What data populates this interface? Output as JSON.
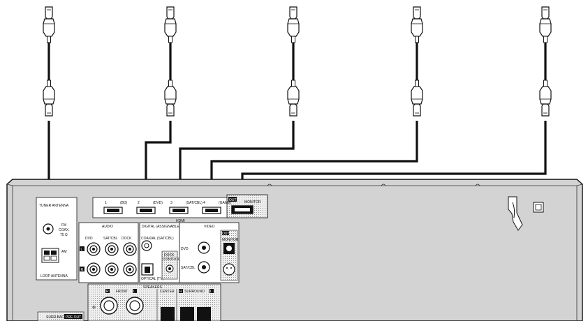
{
  "diagram": {
    "connector_groups": {
      "tuner_antenna_label": "TUNER ANTENNA",
      "hdmi_label": "HDMI",
      "audio_label": "AUDIO",
      "digital_label": "DIGITAL (ASSIGNABLE)",
      "video_label": "VIDEO",
      "speakers_label": "SPEAKERS"
    },
    "hdmi_inputs": [
      {
        "num": "1",
        "name": "(BD)"
      },
      {
        "num": "2",
        "name": "(DVD)"
      },
      {
        "num": "3",
        "name": "(SAT/CBL)"
      },
      {
        "num": "4",
        "name": "(GAME)"
      }
    ],
    "hdmi_out": {
      "out_badge": "OUT",
      "name": "MONITOR"
    },
    "antenna": {
      "fm_line1": "FM",
      "fm_line2": "COAX.",
      "fm_line3": "75 Ω",
      "am_label": "AM",
      "loop_label": "LOOP ANTENNA"
    },
    "audio": {
      "columns": [
        "DVD",
        "SAT/CBL",
        "DOCK"
      ],
      "rows": [
        "L",
        "R"
      ]
    },
    "digital": {
      "coaxial_label": "COAXIAL (SAT/CBL)",
      "optical_label": "OPTICAL (TV)",
      "dock_label_1": "DOCK",
      "dock_label_2": "CONTROL"
    },
    "video": {
      "rows": [
        "DVD",
        "SAT/CBL"
      ],
      "out_badge": "OUT",
      "monitor_label": "MONITOR"
    },
    "speakers": {
      "front_label": "FRONT",
      "center_label": "CENTER",
      "surround_label": "SURROUND",
      "l_badge": "L",
      "r_badge": "R"
    },
    "bottom_left": {
      "surr_back_label": "SURR.BACK",
      "pre_out_label": "PRE OUT"
    },
    "colors": {
      "panel": "#d3d3d3",
      "cable": "#111111",
      "stipple": "#e9e9e9"
    }
  }
}
